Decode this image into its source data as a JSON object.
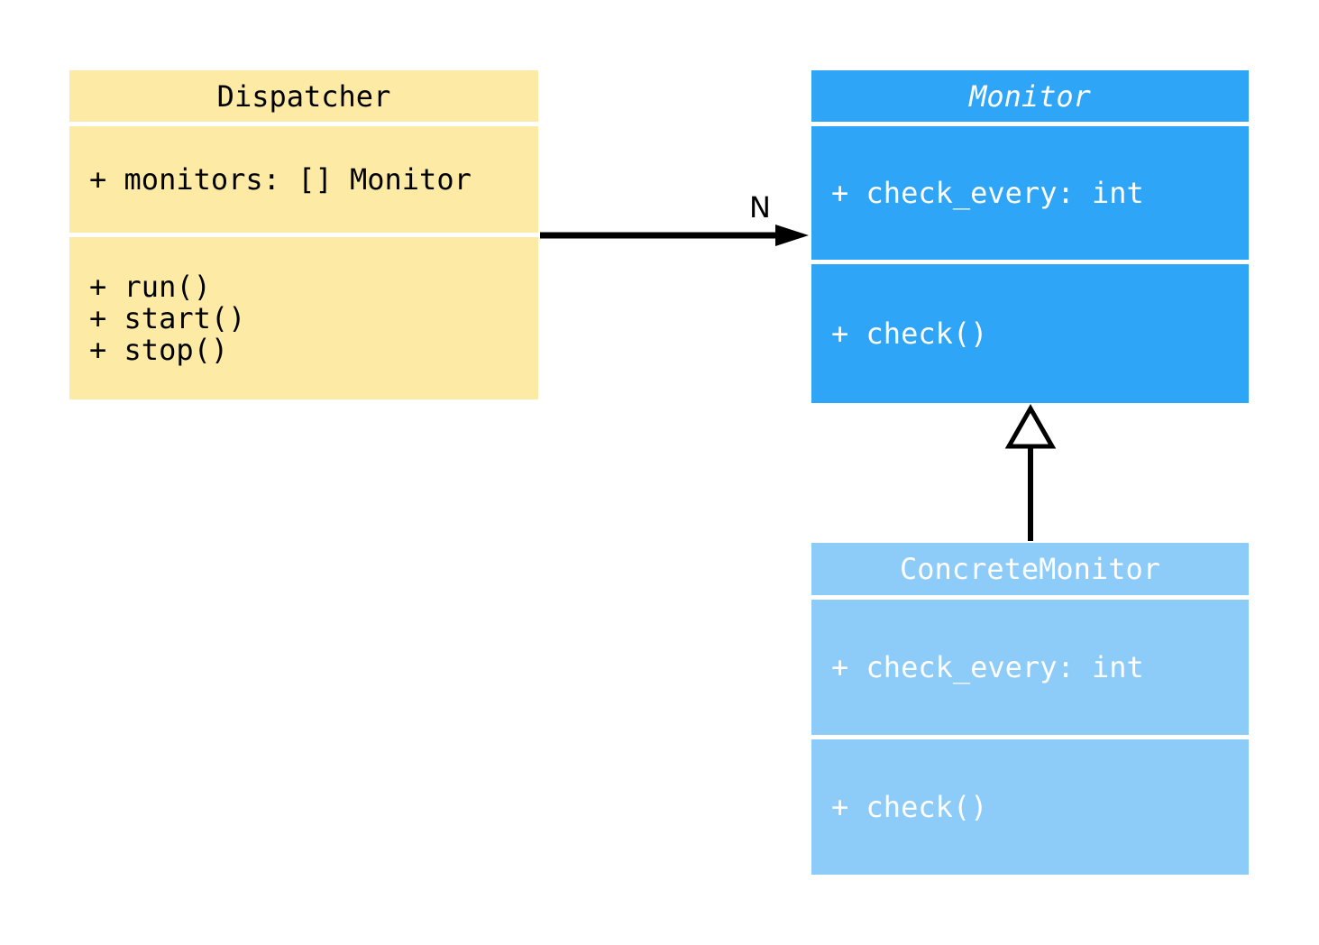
{
  "diagram": {
    "classes": [
      {
        "name": "Dispatcher",
        "abstract": false,
        "attributes": [
          "+ monitors: [] Monitor"
        ],
        "methods": [
          "+ run()",
          "+ start()",
          "+ stop()"
        ],
        "fill": "#FDEAA5",
        "text_color": "#000000"
      },
      {
        "name": "Monitor",
        "abstract": true,
        "attributes": [
          "+ check_every: int"
        ],
        "methods": [
          "+ check()"
        ],
        "fill": "#2FA5F7",
        "text_color": "#FFFFFF"
      },
      {
        "name": "ConcreteMonitor",
        "abstract": false,
        "attributes": [
          "+ check_every: int"
        ],
        "methods": [
          "+ check()"
        ],
        "fill": "#8DCBF8",
        "text_color": "#FFFFFF"
      }
    ],
    "relationships": [
      {
        "type": "association",
        "from": "Dispatcher",
        "to": "Monitor",
        "label": "N",
        "arrow": "filled-arrowhead",
        "color": "#000000"
      },
      {
        "type": "inheritance",
        "from": "ConcreteMonitor",
        "to": "Monitor",
        "label": "",
        "arrow": "hollow-triangle",
        "color": "#000000"
      }
    ]
  }
}
